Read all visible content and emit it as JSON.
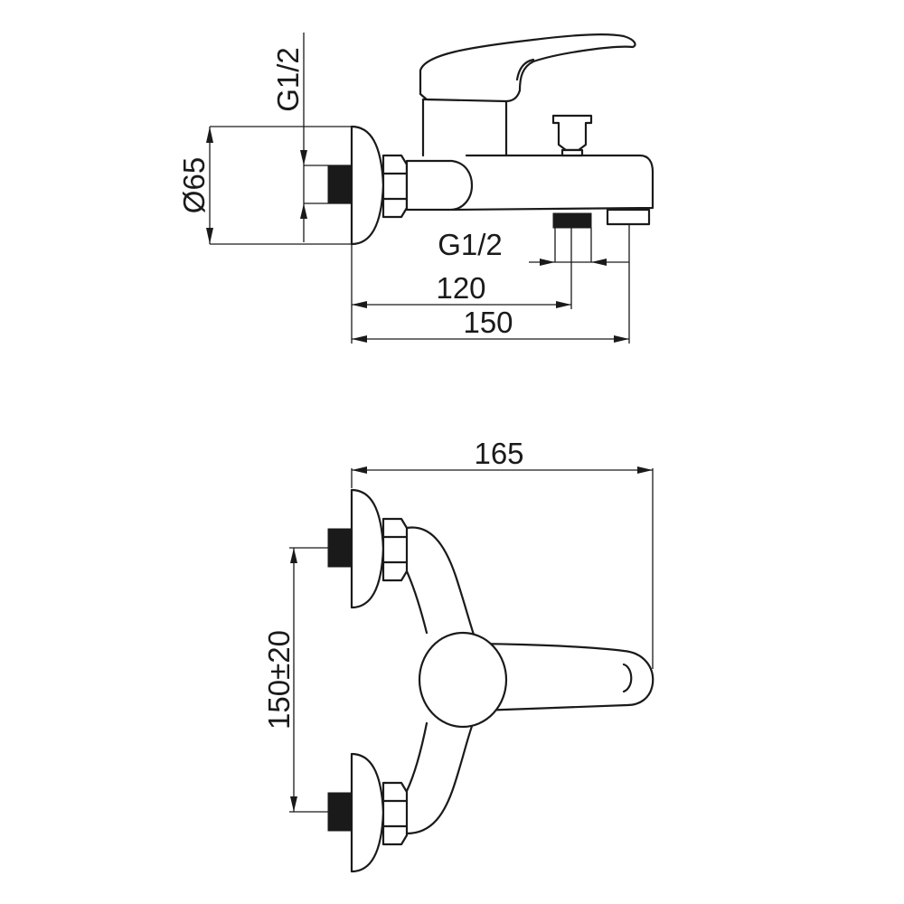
{
  "side_view": {
    "diameter_label": "Ø65",
    "inlet_thread_label": "G1/2",
    "outlet_thread_label": "G1/2",
    "outlet_distance_label": "120",
    "overall_depth_label": "150"
  },
  "top_view": {
    "overall_length_label": "165",
    "centre_distance_label": "150±20"
  }
}
